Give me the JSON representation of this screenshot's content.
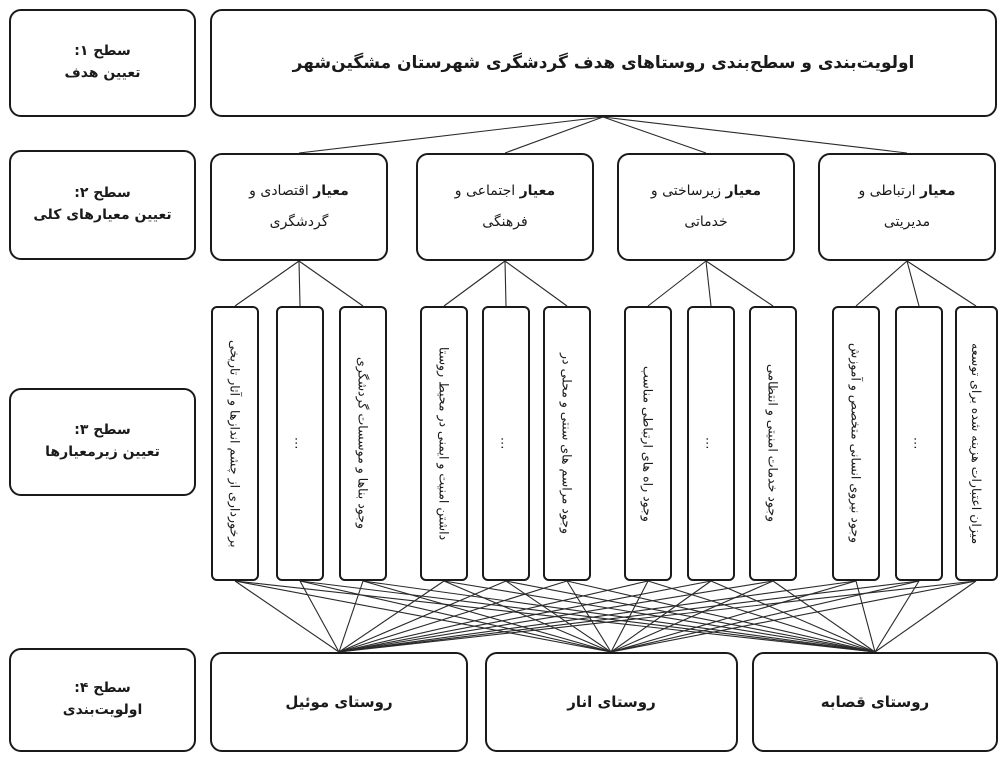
{
  "levels": [
    {
      "title": "سطح ۱:",
      "subtitle": "تعیین هدف"
    },
    {
      "title": "سطح ۲:",
      "subtitle": "تعیین معیارهای کلی"
    },
    {
      "title": "سطح ۳:",
      "subtitle": "تعیین زیرمعیارها"
    },
    {
      "title": "سطح ۴:",
      "subtitle": "اولویت‌بندی"
    }
  ],
  "goal": "اولویت‌بندی و سطح‌بندی روستاهای هدف گردشگری شهرستان مشگین‌شهر",
  "criteria": [
    {
      "title": "معیار",
      "rest": "اقتصادی و",
      "line2": "گردشگری"
    },
    {
      "title": "معیار",
      "rest": "اجتماعی و",
      "line2": "فرهنگی"
    },
    {
      "title": "معیار",
      "rest": "زیرساختی و",
      "line2": "خدماتی"
    },
    {
      "title": "معیار",
      "rest": "ارتباطی و",
      "line2": "مدیریتی"
    }
  ],
  "subcriteria": [
    "برخورداری از چشم اندازها و آثار تاریخی",
    "...",
    "وجود بناها و موسسات گردشگری",
    "داشتن امنیت و ایمنی در محیط روستا",
    "...",
    "وجود مراسم های سنتی و محلی در",
    "وجود راه های ارتباطی مناسب",
    "...",
    "وجود خدمات امنیتی و انتظامی",
    "وجود نیروی انسانی متخصص و آموزش",
    "...",
    "میزان اعتبارات هزینه شده برای توسعه"
  ],
  "alternatives": [
    "روستای موئیل",
    "روستای انار",
    "روستای قصابه"
  ],
  "colors": {
    "border": "#1a1a1a",
    "line": "#2a2a2a",
    "background": "#ffffff"
  }
}
